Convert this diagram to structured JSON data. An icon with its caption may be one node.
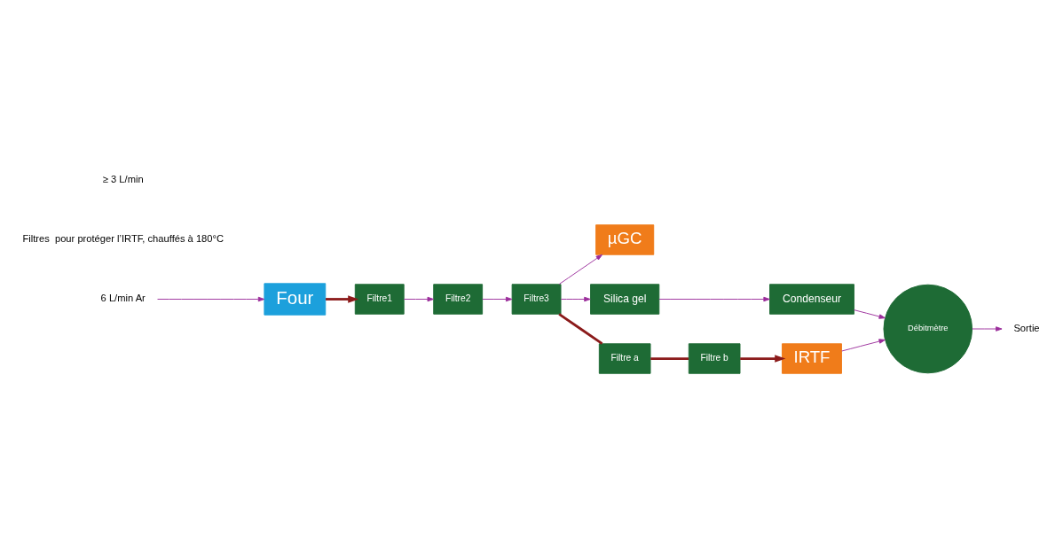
{
  "diagram": {
    "nodes": [
      {
        "text": [
          "6 L/min Ar"
        ]
      },
      {
        "text": [
          "Four"
        ]
      },
      {
        "text": [
          "Filtre1"
        ]
      },
      {
        "text": [
          "Filtre2"
        ]
      },
      {
        "text": [
          "Filtre3"
        ]
      },
      {
        "text": [
          "µGC"
        ]
      },
      {
        "text": [
          "Silica gel"
        ]
      },
      {
        "text": [
          "Condenseur"
        ]
      },
      {
        "text": [
          "Filtre a"
        ]
      },
      {
        "text": [
          "Filtre b"
        ]
      },
      {
        "text": [
          "IRTF"
        ]
      },
      {
        "text": [
          "Débitmètre"
        ]
      },
      {
        "text": [
          "Sortie"
        ]
      }
    ],
    "edges": [
      {
        "from": 0,
        "to": 1,
        "arrow": "to"
      },
      {
        "from": 1,
        "to": 2,
        "arrow": "to",
        "style": "thick",
        "color": "#8b1a1a"
      },
      {
        "from": 2,
        "to": 3,
        "arrow": "to"
      },
      {
        "from": 3,
        "to": 4,
        "arrow": "to"
      },
      {
        "from": 4,
        "to": 5,
        "arrow": "to"
      },
      {
        "from": 4,
        "to": 6,
        "arrow": "to"
      },
      {
        "from": 4,
        "to": 8,
        "arrow": "none",
        "style": "thick",
        "color": "#8b1a1a"
      },
      {
        "from": 8,
        "to": 9,
        "arrow": "none",
        "style": "thick",
        "color": "#8b1a1a"
      },
      {
        "from": 9,
        "to": 10,
        "arrow": "to",
        "style": "thick",
        "color": "#8b1a1a"
      },
      {
        "from": 6,
        "to": 7,
        "arrow": "to"
      },
      {
        "from": 7,
        "to": 11,
        "arrow": "to"
      },
      {
        "from": 10,
        "to": 11,
        "arrow": "to"
      },
      {
        "from": 11,
        "to": 12,
        "arrow": "to"
      }
    ],
    "labels": [
      "Filtres  pour protéger l’IRTF, chauffés à 180°C",
      "≥ 3 L/min"
    ]
  }
}
